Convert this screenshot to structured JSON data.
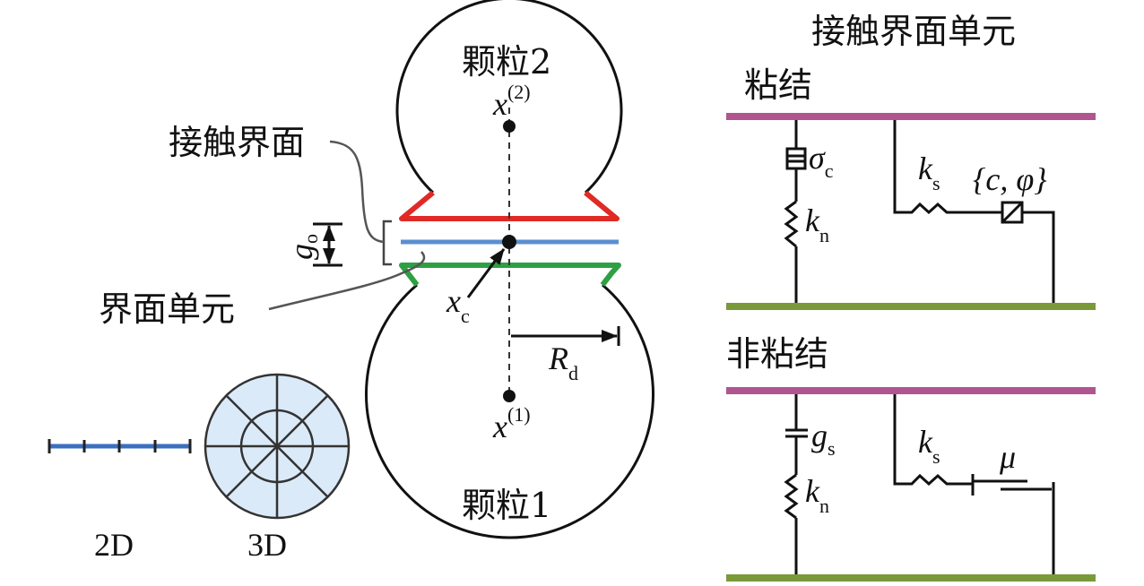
{
  "left": {
    "particle2_label": "颗粒2",
    "particle1_label": "颗粒1",
    "x2_base": "x",
    "x2_sup": "(2)",
    "x1_base": "x",
    "x1_sup": "(1)",
    "xc_base": "x",
    "xc_sub": "c",
    "rd_base": "R",
    "rd_sub": "d",
    "go_base": "g",
    "go_sub": "o",
    "contact_interface_label": "接触界面",
    "interface_element_label": "界面单元",
    "label_2d": "2D",
    "label_3d": "3D"
  },
  "right": {
    "title": "接触界面单元",
    "bonded": {
      "title": "粘结",
      "sigma_base": "σ",
      "sigma_sub": "c",
      "kn_base": "k",
      "kn_sub": "n",
      "ks_base": "k",
      "ks_sub": "s",
      "slider_label": "{c, φ}"
    },
    "unbonded": {
      "title": "非粘结",
      "gs_base": "g",
      "gs_sub": "s",
      "kn_base": "k",
      "kn_sub": "n",
      "ks_base": "k",
      "ks_sub": "s",
      "friction_label": "μ"
    }
  },
  "colors": {
    "upper_surface": "#e02a26",
    "interface": "#5b8fd0",
    "lower_surface": "#2ea043",
    "top_plate": "#b0558f",
    "bottom_plate": "#7a9a3a",
    "disc_fill": "#dbeaf8"
  }
}
